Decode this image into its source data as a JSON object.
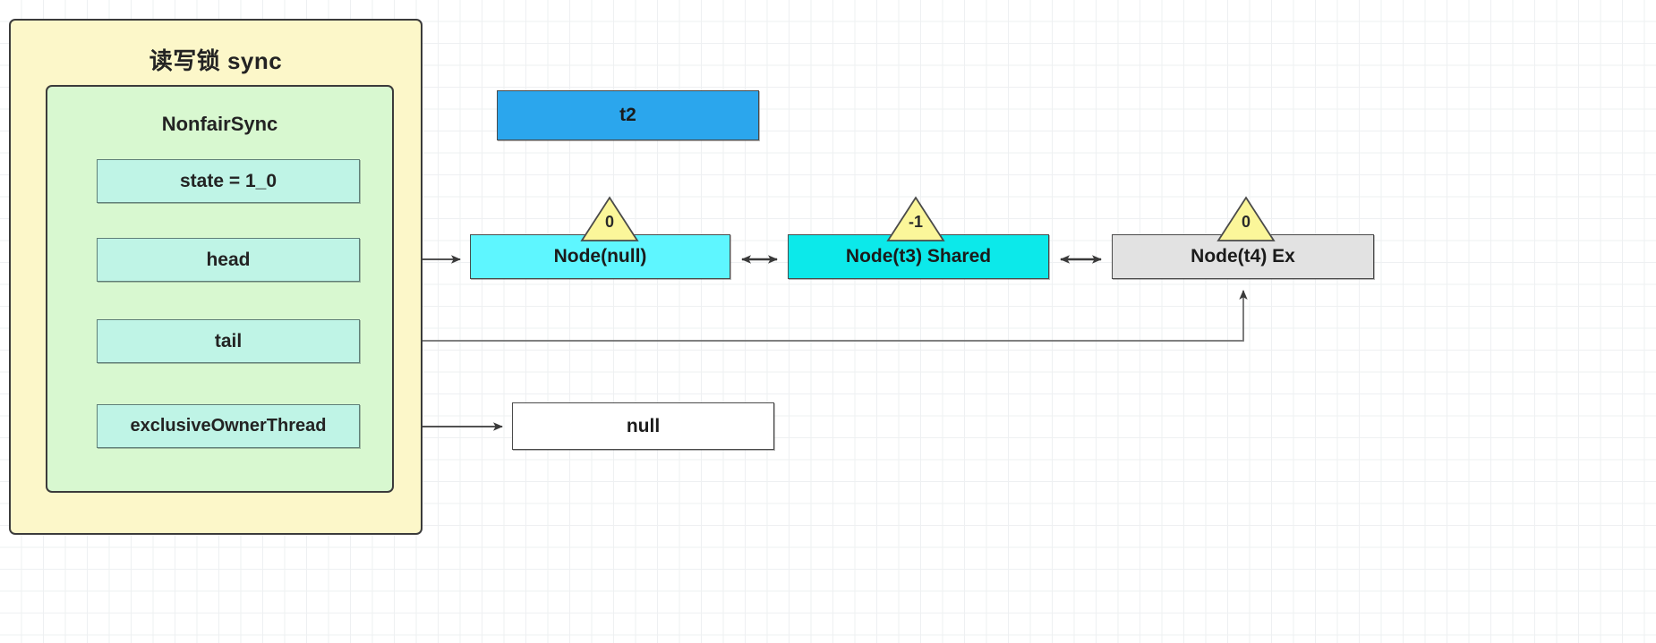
{
  "diagram": {
    "title": "读写锁 sync",
    "inner_title": "NonfairSync",
    "fields": [
      {
        "id": "state",
        "label": "state = 1_0"
      },
      {
        "id": "head",
        "label": "head"
      },
      {
        "id": "tail",
        "label": "tail"
      },
      {
        "id": "exclusiveOwnerThread",
        "label": "exclusiveOwnerThread"
      }
    ],
    "thread_box": {
      "label": "t2",
      "color": "#2ba6ed"
    },
    "null_box": {
      "label": "null",
      "color": "#ffffff"
    },
    "queue_nodes": [
      {
        "label": "Node(null)",
        "wait_status": "0",
        "color": "#5ef6ff"
      },
      {
        "label": "Node(t3) Shared",
        "wait_status": "-1",
        "color": "#0ce9ea"
      },
      {
        "label": "Node(t4) Ex",
        "wait_status": "0",
        "color": "#e2e2e2"
      }
    ],
    "colors": {
      "outer_fill": "#fcf7c9",
      "inner_fill": "#d8f8d0",
      "field_fill": "#bff4e6",
      "triangle_fill": "#fbf69a",
      "stroke": "#3b3b3b",
      "grid": "#e2e5e8"
    },
    "connectors": [
      {
        "id": "head-to-node0",
        "from": "head",
        "to": "Node(null)",
        "arrow": "single"
      },
      {
        "id": "node0-to-node1",
        "from": "Node(null)",
        "to": "Node(t3) Shared",
        "arrow": "double"
      },
      {
        "id": "node1-to-node2",
        "from": "Node(t3) Shared",
        "to": "Node(t4) Ex",
        "arrow": "double"
      },
      {
        "id": "tail-to-node2",
        "from": "tail",
        "to": "Node(t4) Ex",
        "arrow": "single"
      },
      {
        "id": "owner-to-null",
        "from": "exclusiveOwnerThread",
        "to": "null",
        "arrow": "single"
      }
    ]
  }
}
